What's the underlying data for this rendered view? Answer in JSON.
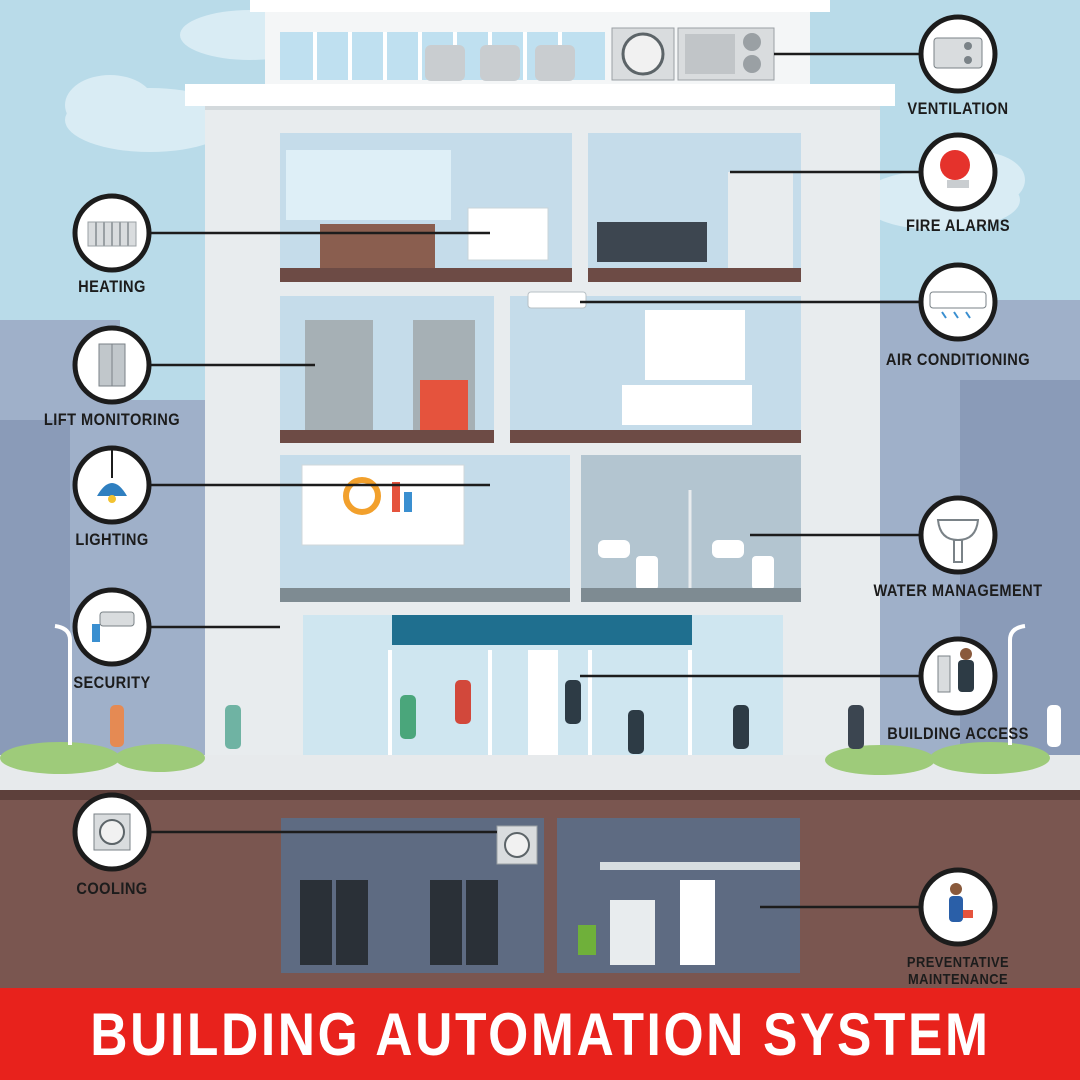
{
  "title": "BUILDING AUTOMATION SYSTEM",
  "colors": {
    "sky": "#b9dbe9",
    "wall": "#f2f4f5",
    "room": "#c5dcea",
    "floor": "#6d4b45",
    "ground": "#7a5650",
    "banner": "#e8221c",
    "callout_ring": "#1c1c1c"
  },
  "callouts": {
    "ventilation": {
      "label": "VENTILATION",
      "icon": "ventilation-unit-icon"
    },
    "fire_alarms": {
      "label": "FIRE ALARMS",
      "icon": "fire-alarm-bell-icon"
    },
    "heating": {
      "label": "HEATING",
      "icon": "radiator-icon"
    },
    "air_conditioning": {
      "label": "AIR CONDITIONING",
      "icon": "air-conditioner-icon"
    },
    "lift_monitoring": {
      "label": "LIFT MONITORING",
      "icon": "elevator-icon"
    },
    "lighting": {
      "label": "LIGHTING",
      "icon": "pendant-lamp-icon"
    },
    "water_management": {
      "label": "WATER MANAGEMENT",
      "icon": "sink-icon"
    },
    "security": {
      "label": "SECURITY",
      "icon": "security-camera-icon"
    },
    "building_access": {
      "label": "BUILDING ACCESS",
      "icon": "access-keypad-icon"
    },
    "cooling": {
      "label": "COOLING",
      "icon": "cooling-fan-icon"
    },
    "preventative_maintenance": {
      "label": "PREVENTATIVE MAINTENANCE",
      "icon": "technician-icon"
    }
  }
}
